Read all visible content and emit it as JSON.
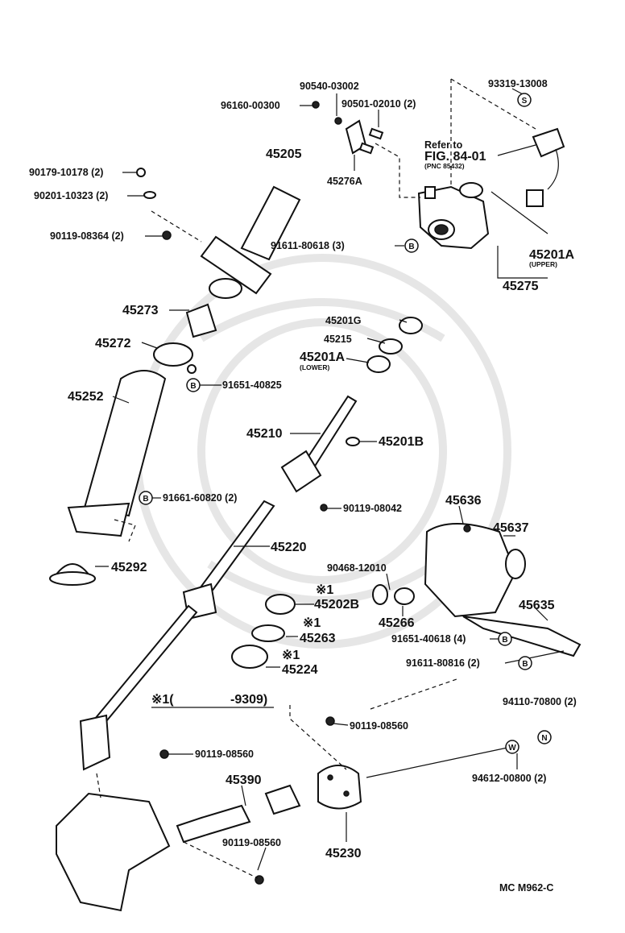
{
  "labels": {
    "p93319": "93319-13008",
    "p90540": "90540-03002",
    "p96160": "96160-00300",
    "p90501": "90501-02010 (2)",
    "p45205": "45205",
    "p45276A": "45276A",
    "refer_line1": "Refer to",
    "refer_line2": "FIG. 84-01",
    "refer_line3": "(PNC 85432)",
    "p90179": "90179-10178 (2)",
    "p90201": "90201-10323 (2)",
    "p90119_08364": "90119-08364 (2)",
    "p91611_80618": "91611-80618 (3)",
    "p45201A_upper": "45201A",
    "upper_note": "(UPPER)",
    "p45275": "45275",
    "p45273": "45273",
    "p45201G": "45201G",
    "p45215": "45215",
    "p45201A_lower": "45201A",
    "lower_note": "(LOWER)",
    "p45272": "45272",
    "p91651_40825": "91651-40825",
    "p45252": "45252",
    "p45210": "45210",
    "p45201B": "45201B",
    "p91661_60820": "91661-60820 (2)",
    "p90119_08042": "90119-08042",
    "p45636": "45636",
    "p45637": "45637",
    "p45220": "45220",
    "p45292": "45292",
    "p90468": "90468-12010",
    "star1_a": "※1",
    "p45202B": "45202B",
    "p45266": "45266",
    "p45635": "45635",
    "star1_b": "※1",
    "p45263": "45263",
    "p91651_40618": "91651-40618 (4)",
    "star1_c": "※1",
    "p45224": "45224",
    "p91611_80816": "91611-80816 (2)",
    "note_star": "※1(",
    "note_range": "-9309)",
    "p94110": "94110-70800 (2)",
    "p90119_08560_a": "90119-08560",
    "p90119_08560_b": "90119-08560",
    "p45390": "45390",
    "p94612": "94612-00800 (2)",
    "p90119_08560_c": "90119-08560",
    "p45230": "45230",
    "footer_code": "MC M962-C"
  },
  "symbols": {
    "S": "S",
    "B": "B",
    "N": "N",
    "W": "W"
  }
}
